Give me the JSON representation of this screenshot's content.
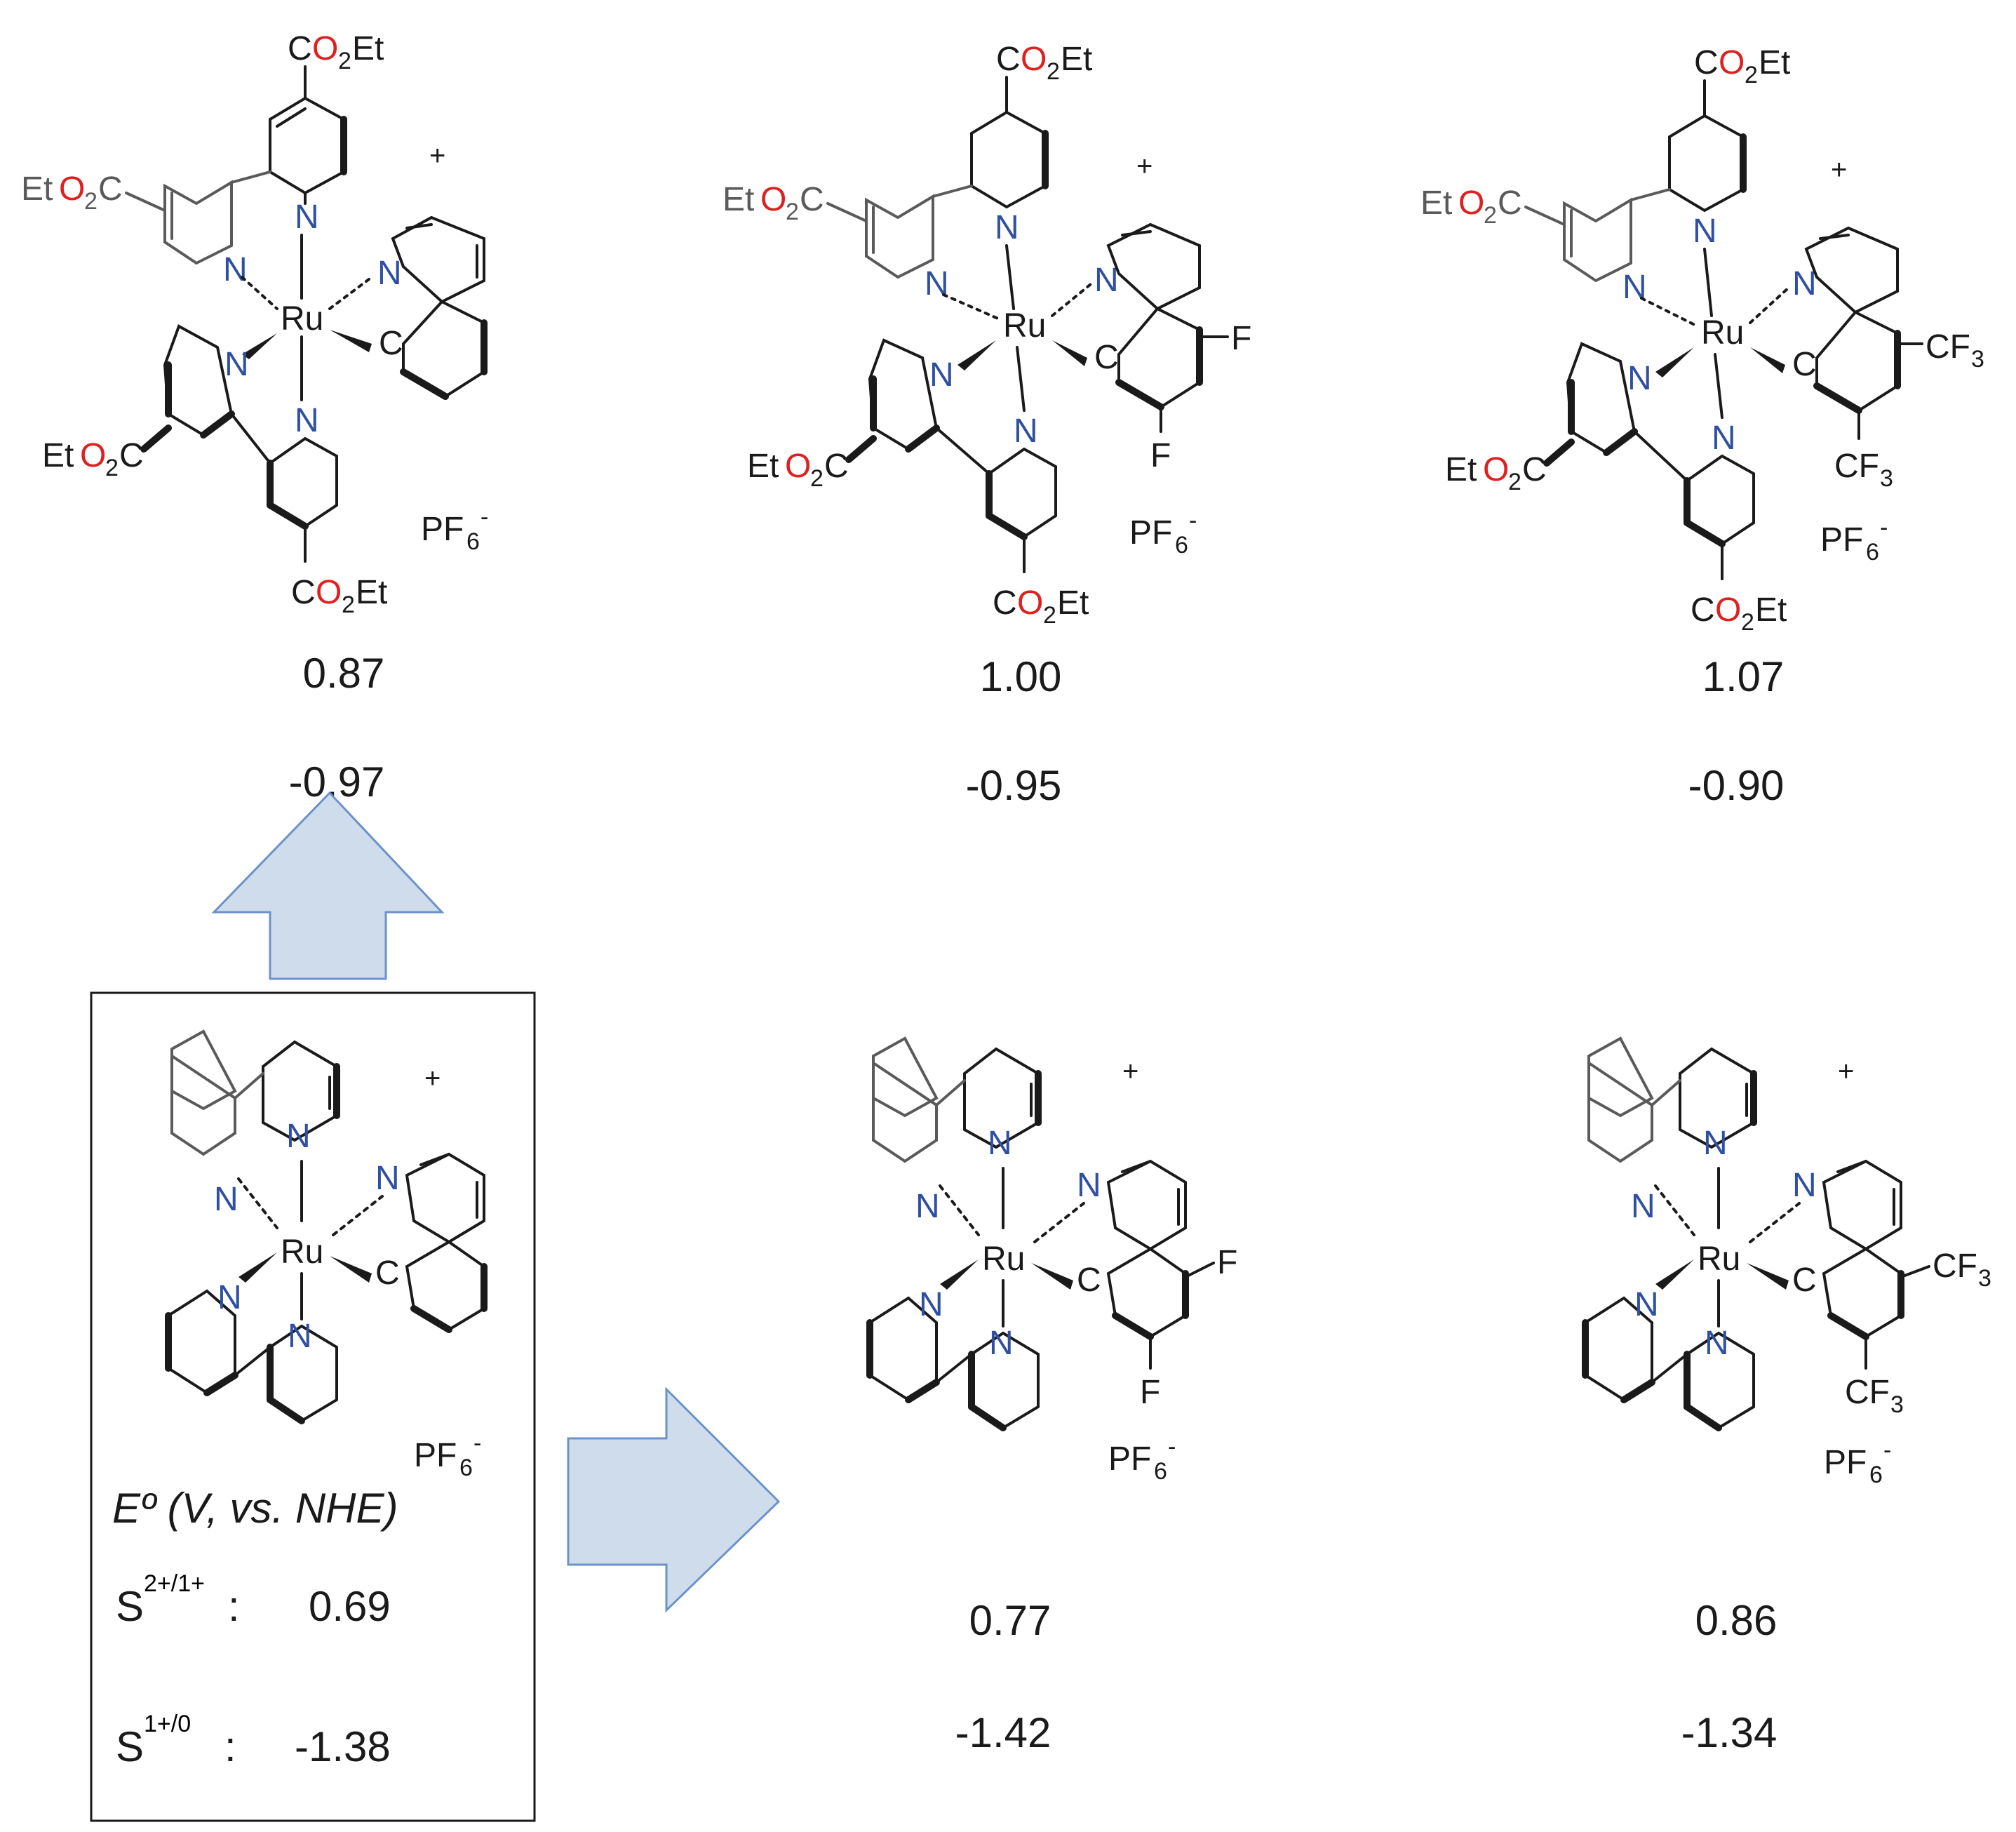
{
  "colors": {
    "nitrogen": "#2f4fa0",
    "oxygen": "#e02020",
    "arrow_fill": "#cfdcec",
    "arrow_stroke": "#6b93c9",
    "grey_bond": "#5a5a5a"
  },
  "labels": {
    "ru": "Ru",
    "n": "N",
    "c": "C",
    "f": "F",
    "cf3": "CF",
    "three": "3",
    "co2et_c": "C",
    "co2et_o": "O",
    "two": "2",
    "et": "Et",
    "eto2c_et": "Et",
    "eto2c_c": "C",
    "pf": "PF",
    "six": "6",
    "minus": "-",
    "plus": "+"
  },
  "reference_box": {
    "heading": "Eº (V, vs. NHE)",
    "rows": [
      {
        "s": "S",
        "sup": "2+/1+",
        "colon": ":",
        "value": "0.69"
      },
      {
        "s": "S",
        "sup": "1+/0",
        "colon": " :",
        "value": "-1.38"
      }
    ]
  },
  "top_row": [
    {
      "ox": "0.87",
      "red": "-0.97",
      "substituent": "none"
    },
    {
      "ox": "1.00",
      "red": "-0.95",
      "substituent": "F"
    },
    {
      "ox": "1.07",
      "red": "-0.90",
      "substituent": "CF3"
    }
  ],
  "bottom_row": [
    {
      "ox": "0.77",
      "red": "-1.42",
      "substituent": "F"
    },
    {
      "ox": "0.86",
      "red": "-1.34",
      "substituent": "CF3"
    }
  ]
}
